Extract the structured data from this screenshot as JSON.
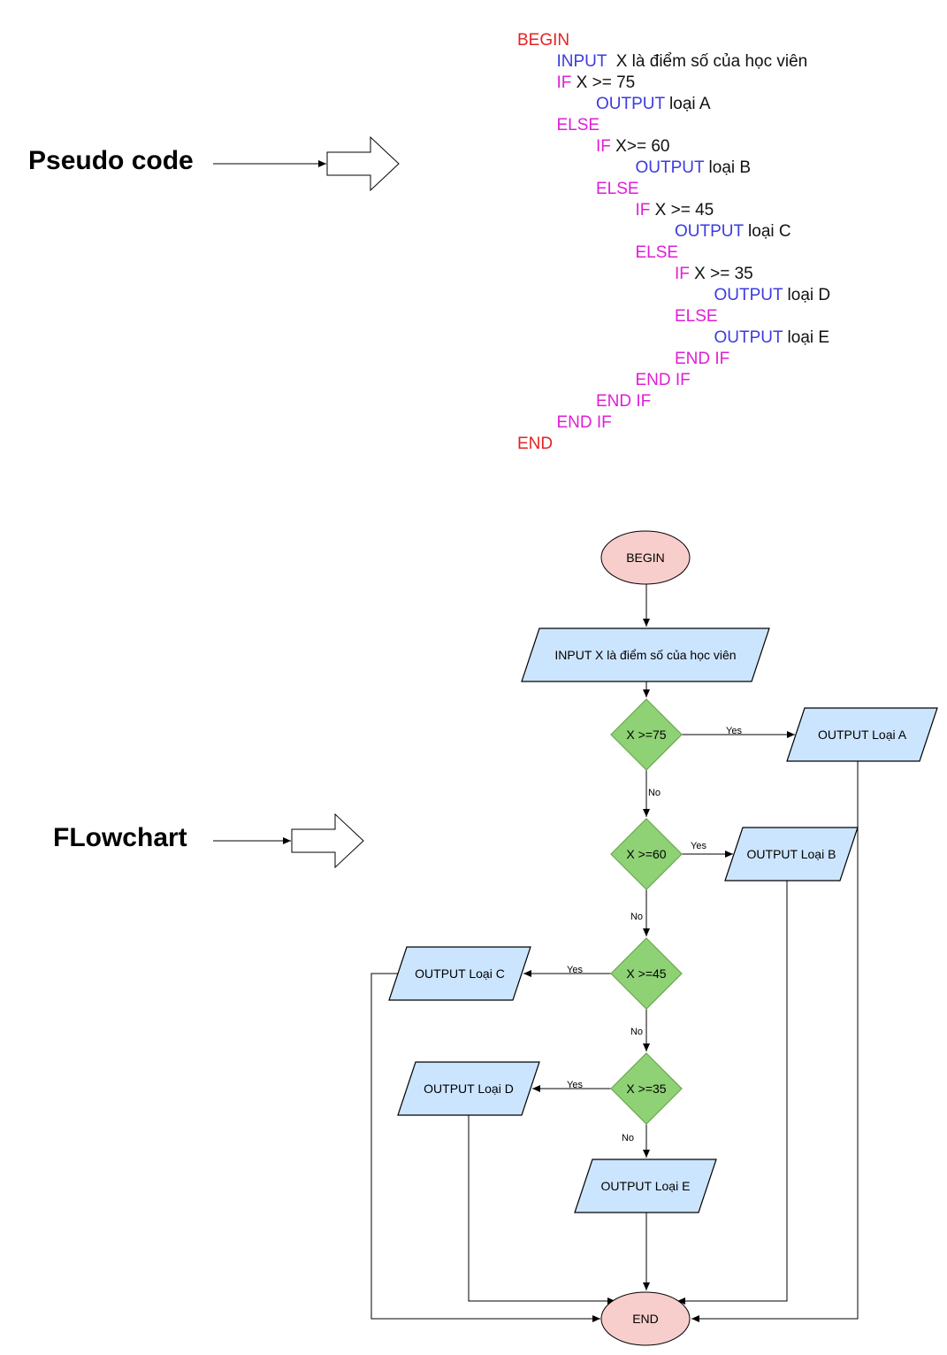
{
  "labels": {
    "pseudo": "Pseudo code",
    "flowchart": "FLowchart"
  },
  "pseudocode": [
    {
      "indent": 0,
      "kw": "BEGIN",
      "kw_color": "red",
      "text": ""
    },
    {
      "indent": 1,
      "kw": "INPUT",
      "kw_color": "blue",
      "text": "  X là điểm số của học viên"
    },
    {
      "indent": 1,
      "kw": "IF",
      "kw_color": "pink",
      "text": " X >= 75"
    },
    {
      "indent": 2,
      "kw": "OUTPUT",
      "kw_color": "blue",
      "text": " loại A"
    },
    {
      "indent": 1,
      "kw": "ELSE",
      "kw_color": "pink",
      "text": ""
    },
    {
      "indent": 2,
      "kw": "IF",
      "kw_color": "pink",
      "text": " X>= 60"
    },
    {
      "indent": 3,
      "kw": "OUTPUT",
      "kw_color": "blue",
      "text": " loại B"
    },
    {
      "indent": 2,
      "kw": "ELSE",
      "kw_color": "pink",
      "text": ""
    },
    {
      "indent": 3,
      "kw": "IF",
      "kw_color": "pink",
      "text": " X >= 45"
    },
    {
      "indent": 4,
      "kw": "OUTPUT",
      "kw_color": "blue",
      "text": " loại C"
    },
    {
      "indent": 3,
      "kw": "ELSE",
      "kw_color": "pink",
      "text": ""
    },
    {
      "indent": 4,
      "kw": "IF",
      "kw_color": "pink",
      "text": " X >= 35"
    },
    {
      "indent": 5,
      "kw": "OUTPUT",
      "kw_color": "blue",
      "text": " loại D"
    },
    {
      "indent": 4,
      "kw": "ELSE",
      "kw_color": "pink",
      "text": ""
    },
    {
      "indent": 5,
      "kw": "OUTPUT",
      "kw_color": "blue",
      "text": " loại E"
    },
    {
      "indent": 4,
      "kw": "END IF",
      "kw_color": "pink",
      "text": ""
    },
    {
      "indent": 3,
      "kw": "END IF",
      "kw_color": "pink",
      "text": ""
    },
    {
      "indent": 2,
      "kw": "END IF",
      "kw_color": "pink",
      "text": ""
    },
    {
      "indent": 1,
      "kw": "END IF",
      "kw_color": "pink",
      "text": ""
    },
    {
      "indent": 0,
      "kw": "END",
      "kw_color": "red",
      "text": ""
    }
  ],
  "flowchart": {
    "begin": "BEGIN",
    "end": "END",
    "input": "INPUT X là điểm số của học viên",
    "decisions": [
      "X >=75",
      "X >=60",
      "X >=45",
      "X >=35"
    ],
    "outputs": [
      "OUTPUT Loại A",
      "OUTPUT Loại B",
      "OUTPUT Loại C",
      "OUTPUT Loại D",
      "OUTPUT Loại E"
    ],
    "yes": "Yes",
    "no": "No"
  },
  "colors": {
    "terminal_fill": "#f8cecc",
    "io_fill": "#cce5ff",
    "decision_fill": "#8fd175",
    "decision_stroke": "#6aa84f",
    "keyword_red": "#e52222",
    "keyword_blue": "#3b3be0",
    "keyword_pink": "#e01ed6"
  }
}
